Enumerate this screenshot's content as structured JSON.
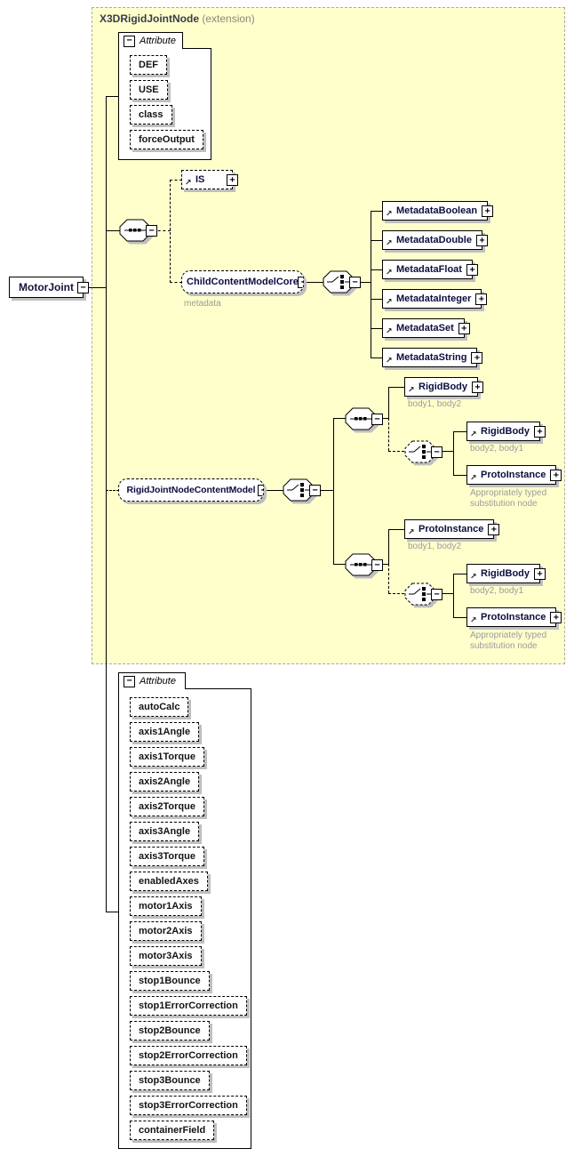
{
  "panel": {
    "title": "X3DRigidJointNode",
    "subtitle": "(extension)"
  },
  "root_element": {
    "label": "MotorJoint"
  },
  "icons": {
    "collapse": "−",
    "expand": "+",
    "reference": "↗"
  },
  "colors": {
    "panel_bg": "#ffffcc",
    "panel_border": "#aaaaaa",
    "annotation_text": "#9b9b9b",
    "element_text": "#0d0d40",
    "shadow": "#bfbfbf"
  },
  "attribute_groups": {
    "top": {
      "tab_label": "Attribute",
      "attributes": [
        "DEF",
        "USE",
        "class",
        "forceOutput"
      ]
    },
    "bottom": {
      "tab_label": "Attribute",
      "attributes": [
        "autoCalc",
        "axis1Angle",
        "axis1Torque",
        "axis2Angle",
        "axis2Torque",
        "axis3Angle",
        "axis3Torque",
        "enabledAxes",
        "motor1Axis",
        "motor2Axis",
        "motor3Axis",
        "stop1Bounce",
        "stop1ErrorCorrection",
        "stop2Bounce",
        "stop2ErrorCorrection",
        "stop3Bounce",
        "stop3ErrorCorrection",
        "containerField"
      ]
    }
  },
  "metadata_section": {
    "is_label": "IS",
    "group_label": "ChildContentModelCore",
    "group_annotation": "metadata",
    "elements": [
      "MetadataBoolean",
      "MetadataDouble",
      "MetadataFloat",
      "MetadataInteger",
      "MetadataSet",
      "MetadataString"
    ]
  },
  "content_model_section": {
    "group_label": "RigidJointNodeContentModel",
    "branch_top": {
      "primary_label": "RigidBody",
      "primary_annotation": "body1, body2",
      "alt1_label": "RigidBody",
      "alt1_annotation": "body2, body1",
      "alt2_label": "ProtoInstance",
      "alt2_annotation_line1": "Appropriately typed",
      "alt2_annotation_line2": "substitution node"
    },
    "branch_bottom": {
      "primary_label": "ProtoInstance",
      "primary_annotation": "body1, body2",
      "alt1_label": "RigidBody",
      "alt1_annotation": "body2, body1",
      "alt2_label": "ProtoInstance",
      "alt2_annotation_line1": "Appropriately typed",
      "alt2_annotation_line2": "substitution node"
    }
  }
}
